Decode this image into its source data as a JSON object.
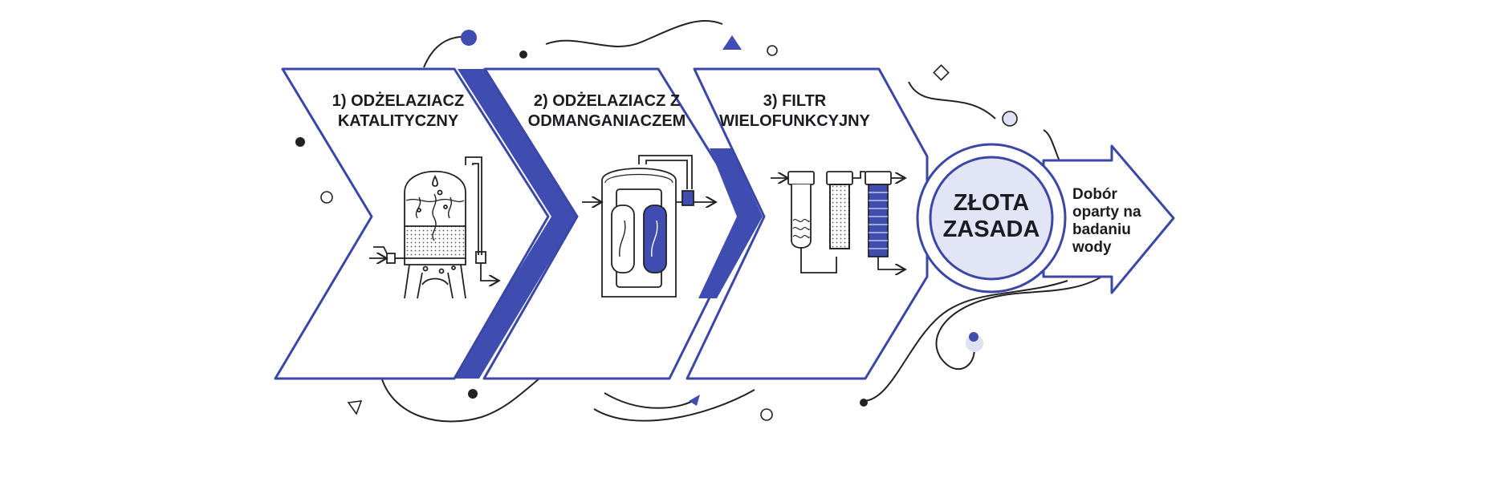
{
  "colors": {
    "accent": "#3f4db0",
    "outline": "#3b47a6",
    "ink": "#1b1b22",
    "circle_fill": "#e2e5f6"
  },
  "steps": [
    {
      "title_lines": [
        "1) ODŻELAZIACZ",
        "KATALITYCZNY"
      ],
      "icon": "catalytic-iron-remover-tank-icon"
    },
    {
      "title_lines": [
        "2) ODŻELAZIACZ Z",
        "ODMANGANIACZEM"
      ],
      "icon": "iron-manganese-remover-icon"
    },
    {
      "title_lines": [
        "3) FILTR",
        "WIELOFUNKCYJNY"
      ],
      "icon": "multifunction-filter-cartridges-icon"
    }
  ],
  "center": {
    "lines": [
      "ZŁOTA",
      "ZASADA"
    ]
  },
  "result": {
    "lines": [
      "Dobór",
      "oparty na",
      "badaniu",
      "wody"
    ]
  }
}
